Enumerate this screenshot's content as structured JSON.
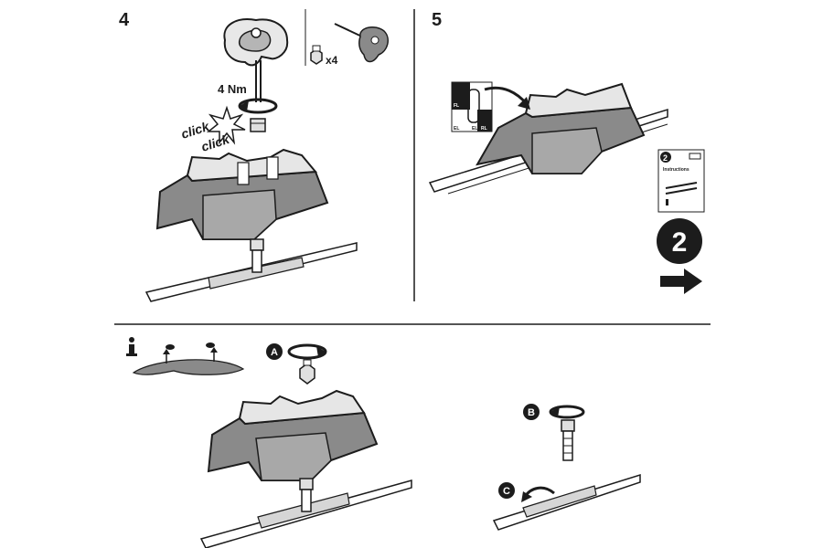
{
  "steps": {
    "step4": {
      "number": "4",
      "torque": "4 Nm",
      "click_sound": [
        "click",
        "click"
      ],
      "quantity": "x4"
    },
    "step5": {
      "number": "5",
      "booklet_step": "2",
      "booklet_title": "Instructions",
      "next_step": "2",
      "fitting_labels": [
        "FL",
        "EL",
        "EL",
        "RL"
      ]
    },
    "info": {
      "icon": "info-icon",
      "callouts": [
        "A",
        "B",
        "C"
      ]
    }
  },
  "colors": {
    "ink": "#1c1c1c",
    "gray_fill": "#8a8a8a",
    "light_gray": "#d6d6d6",
    "white": "#ffffff"
  }
}
